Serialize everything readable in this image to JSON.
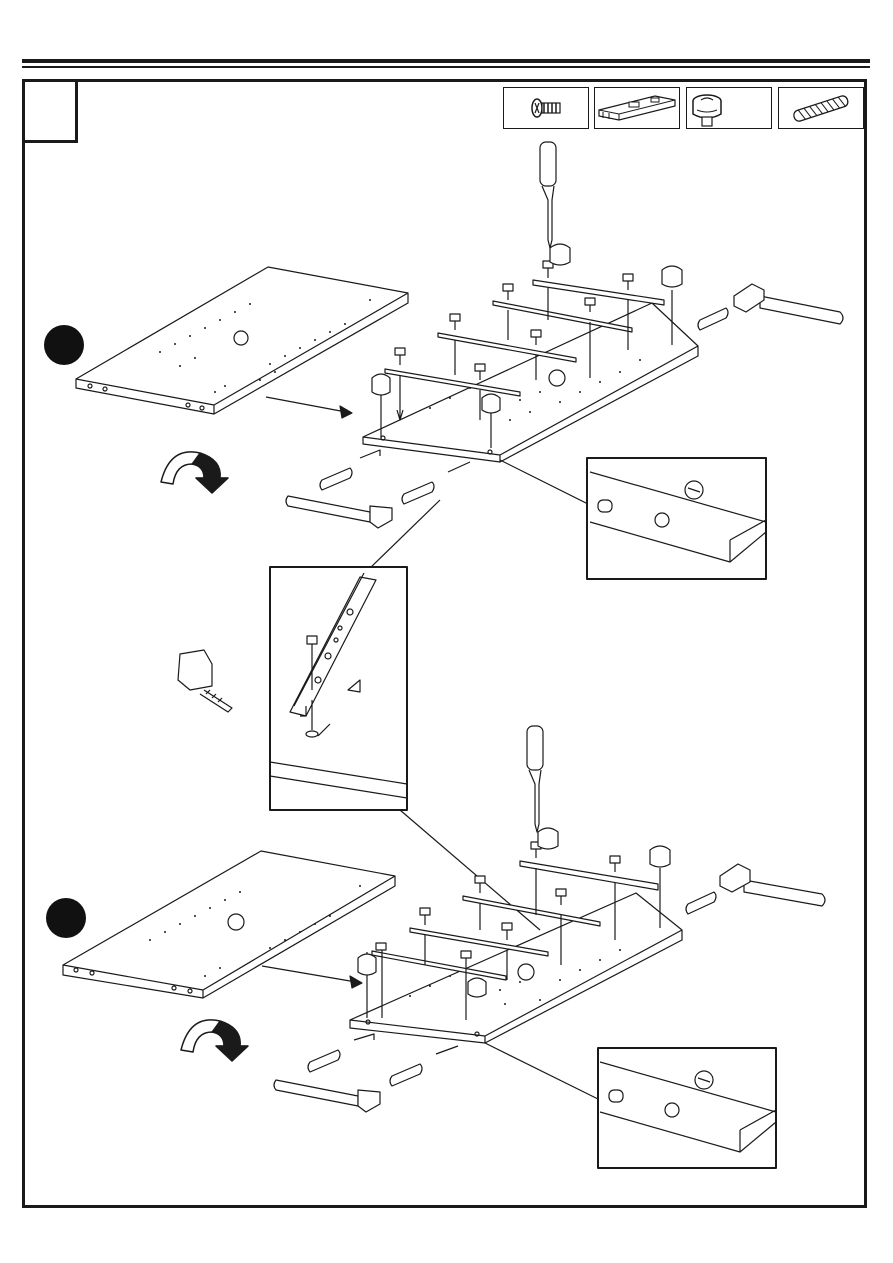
{
  "page": {
    "step_number": "",
    "colors": {
      "ink": "#1a1a1a",
      "paper": "#ffffff"
    }
  },
  "parts_legend": [
    {
      "name": "screw",
      "icon": "screw-icon"
    },
    {
      "name": "drawer-runner",
      "icon": "runner-icon"
    },
    {
      "name": "cam-lock",
      "icon": "cam-lock-icon"
    },
    {
      "name": "wooden-dowel",
      "icon": "dowel-icon"
    }
  ],
  "sub_steps": [
    {
      "badge": "",
      "tools": [
        "screwdriver-icon",
        "hammer-icon"
      ],
      "flip": "rotate-arrow-icon"
    },
    {
      "badge": "",
      "tools": [
        "screwdriver-icon",
        "hammer-icon",
        "tape-measure-icon"
      ],
      "flip": "rotate-arrow-icon"
    }
  ]
}
